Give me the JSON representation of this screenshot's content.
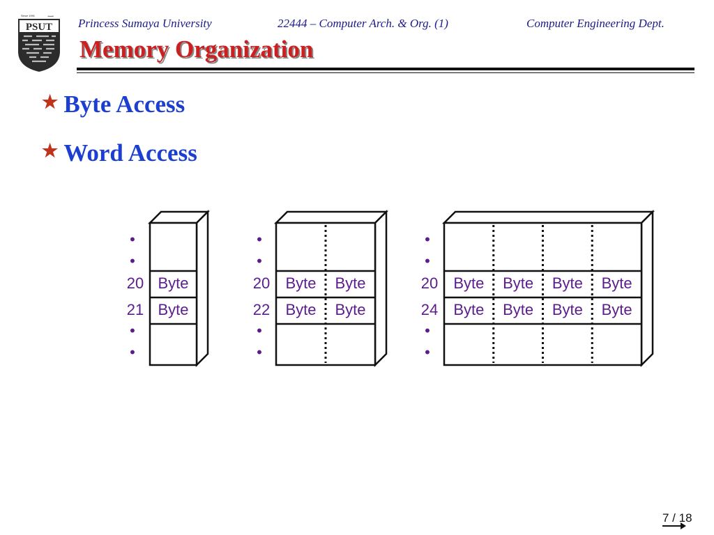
{
  "header": {
    "university": "Princess Sumaya University",
    "course": "22444 – Computer Arch. & Org. (1)",
    "department": "Computer Engineering Dept."
  },
  "logo": {
    "text": "PSUT",
    "since": "Since 1991",
    "arabic": "مسند"
  },
  "title": "Memory Organization",
  "bullets": [
    "Byte Access",
    "Word Access"
  ],
  "diagrams": {
    "byte_access": {
      "addresses": [
        "20",
        "21"
      ],
      "rows": [
        [
          "Byte"
        ],
        [
          "Byte"
        ]
      ]
    },
    "word_access": {
      "addresses": [
        "20",
        "22"
      ],
      "rows": [
        [
          "Byte",
          "Byte"
        ],
        [
          "Byte",
          "Byte"
        ]
      ]
    },
    "dword_access": {
      "addresses": [
        "20",
        "24"
      ],
      "rows": [
        [
          "Byte",
          "Byte",
          "Byte",
          "Byte"
        ],
        [
          "Byte",
          "Byte",
          "Byte",
          "Byte"
        ]
      ]
    },
    "ellipsis": "•"
  },
  "colors": {
    "title": "#cc1f1f",
    "header": "#1a1a8c",
    "bullet": "#1d3fd1",
    "star": "#c0321a",
    "diagram_text": "#5b1d8c"
  },
  "page": {
    "label": "7 / 18"
  }
}
